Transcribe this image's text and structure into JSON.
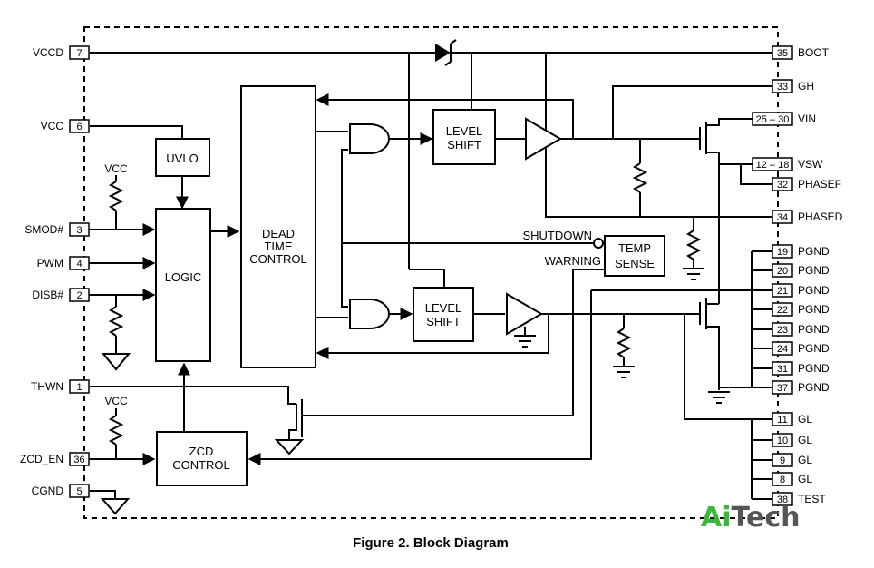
{
  "left_pins": [
    {
      "label": "VCCD",
      "num": "7"
    },
    {
      "label": "VCC",
      "num": "6"
    },
    {
      "label": "SMOD#",
      "num": "3"
    },
    {
      "label": "PWM",
      "num": "4"
    },
    {
      "label": "DISB#",
      "num": "2"
    },
    {
      "label": "THWN",
      "num": "1"
    },
    {
      "label": "ZCD_EN",
      "num": "36"
    },
    {
      "label": "CGND",
      "num": "5"
    }
  ],
  "right_pins": [
    {
      "label": "BOOT",
      "num": "35"
    },
    {
      "label": "GH",
      "num": "33"
    },
    {
      "label": "VIN",
      "num": "25 – 30"
    },
    {
      "label": "VSW",
      "num": "12 – 18"
    },
    {
      "label": "PHASEF",
      "num": "32"
    },
    {
      "label": "PHASED",
      "num": "34"
    },
    {
      "label": "PGND",
      "num": "19"
    },
    {
      "label": "PGND",
      "num": "20"
    },
    {
      "label": "PGND",
      "num": "21"
    },
    {
      "label": "PGND",
      "num": "22"
    },
    {
      "label": "PGND",
      "num": "23"
    },
    {
      "label": "PGND",
      "num": "24"
    },
    {
      "label": "PGND",
      "num": "31"
    },
    {
      "label": "PGND",
      "num": "37"
    },
    {
      "label": "GL",
      "num": "11"
    },
    {
      "label": "GL",
      "num": "10"
    },
    {
      "label": "GL",
      "num": "9"
    },
    {
      "label": "GL",
      "num": "8"
    },
    {
      "label": "TEST",
      "num": "38"
    }
  ],
  "blocks": {
    "uvlo": "UVLO",
    "logic": "LOGIC",
    "dead_time": [
      "DEAD",
      "TIME",
      "CONTROL"
    ],
    "level_shift_high": [
      "LEVEL",
      "SHIFT"
    ],
    "level_shift_low": [
      "LEVEL",
      "SHIFT"
    ],
    "temp_sense": [
      "TEMP",
      "SENSE"
    ],
    "zcd_control": [
      "ZCD",
      "CONTROL"
    ]
  },
  "labels": {
    "shutdown": "SHUTDOWN",
    "warning": "WARNING",
    "vcc_a": "VCC",
    "vcc_b": "VCC"
  },
  "watermark": {
    "part1": "Ai",
    "part2": "Tech",
    "color1": "#3cb83c",
    "color2": "#555555"
  },
  "caption": "Figure 2. Block Diagram"
}
